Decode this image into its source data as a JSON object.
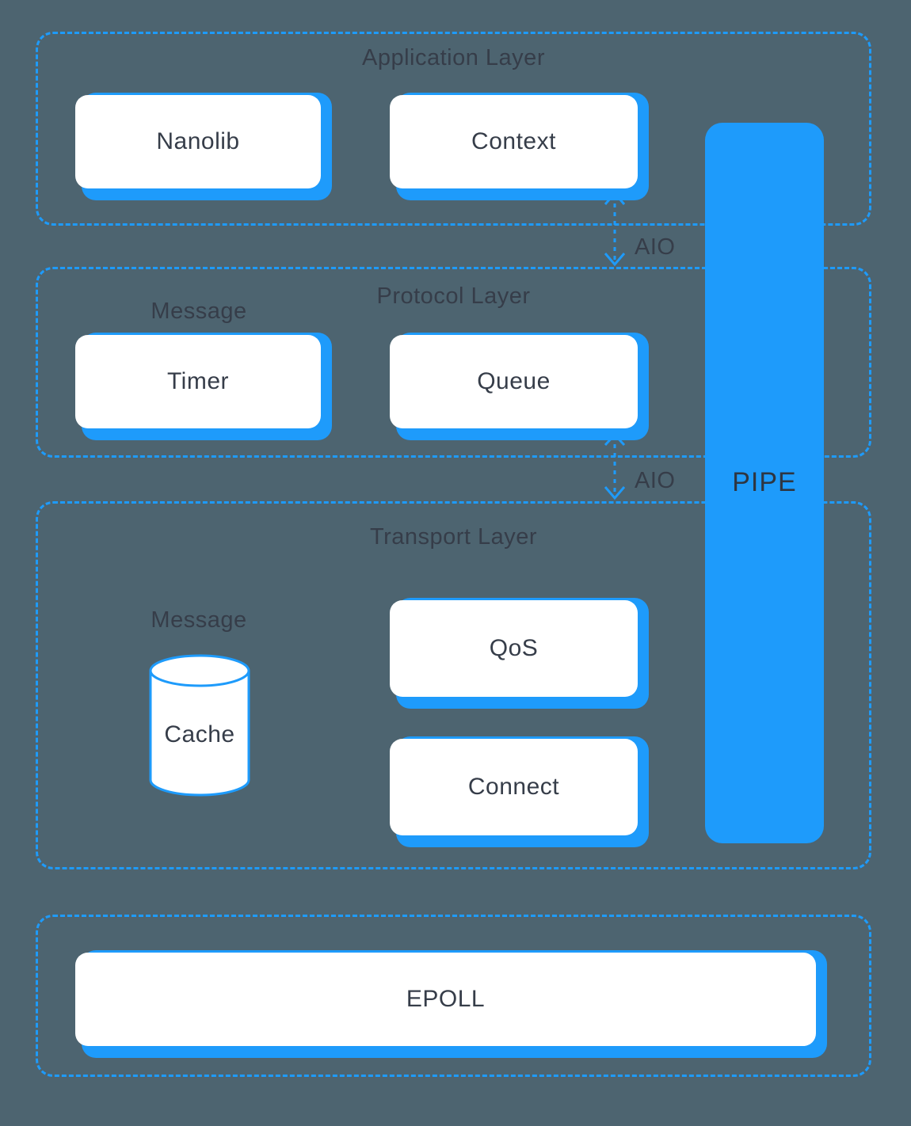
{
  "colors": {
    "background": "#4D6470",
    "accent": "#1E9BFB",
    "card_bg": "#FFFFFF",
    "text_dark": "#363D49"
  },
  "layers": [
    {
      "title": "Application Layer",
      "boxes": [
        {
          "label": "Nanolib"
        },
        {
          "label": "Context"
        }
      ]
    },
    {
      "title": "Protocol Layer",
      "group_label": "Message",
      "boxes": [
        {
          "label": "Timer"
        },
        {
          "label": "Queue"
        }
      ]
    },
    {
      "title": "Transport Layer",
      "group_label": "Message",
      "store_label": "Cache",
      "boxes": [
        {
          "label": "QoS"
        },
        {
          "label": "Connect"
        }
      ]
    },
    {
      "title": "",
      "boxes": [
        {
          "label": "EPOLL"
        }
      ]
    }
  ],
  "pipe": {
    "label": "PIPE"
  },
  "arrows": [
    {
      "label": "AIO"
    },
    {
      "label": "AIO"
    }
  ]
}
